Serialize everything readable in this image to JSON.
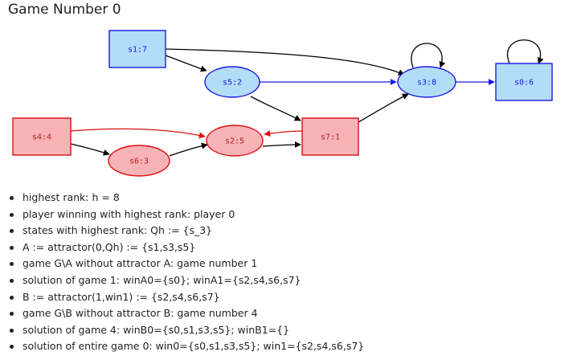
{
  "title": "Game Number 0",
  "colors": {
    "player0_fill": "#b3dcf8",
    "player0_stroke": "#1a1ae6",
    "player1_fill": "#f8b3b7",
    "player1_stroke": "#dd1111",
    "edge_black": "#000000",
    "edge_blue": "#1a1ae6",
    "edge_red": "#dd1111",
    "label_player0": "#1a1ae6",
    "label_player1": "#aa2222"
  },
  "graph": {
    "nodes": [
      {
        "id": "s1",
        "label": "s1:7",
        "shape": "box",
        "player": 0
      },
      {
        "id": "s5",
        "label": "s5:2",
        "shape": "ellipse",
        "player": 0
      },
      {
        "id": "s3",
        "label": "s3:8",
        "shape": "ellipse",
        "player": 0
      },
      {
        "id": "s0",
        "label": "s0:6",
        "shape": "box",
        "player": 0
      },
      {
        "id": "s4",
        "label": "s4:4",
        "shape": "box",
        "player": 1
      },
      {
        "id": "s6",
        "label": "s6:3",
        "shape": "ellipse",
        "player": 1
      },
      {
        "id": "s2",
        "label": "s2:5",
        "shape": "ellipse",
        "player": 1
      },
      {
        "id": "s7",
        "label": "s7:1",
        "shape": "box",
        "player": 1
      }
    ],
    "edges": [
      {
        "from": "s1",
        "to": "s5",
        "color": "edge_black"
      },
      {
        "from": "s1",
        "to": "s3",
        "color": "edge_black"
      },
      {
        "from": "s3",
        "to": "s3",
        "color": "edge_black"
      },
      {
        "from": "s0",
        "to": "s0",
        "color": "edge_black"
      },
      {
        "from": "s5",
        "to": "s3",
        "color": "edge_blue"
      },
      {
        "from": "s3",
        "to": "s0",
        "color": "edge_blue"
      },
      {
        "from": "s5",
        "to": "s7",
        "color": "edge_black"
      },
      {
        "from": "s7",
        "to": "s3",
        "color": "edge_black"
      },
      {
        "from": "s7",
        "to": "s2",
        "color": "edge_red"
      },
      {
        "from": "s4",
        "to": "s2",
        "color": "edge_red"
      },
      {
        "from": "s4",
        "to": "s6",
        "color": "edge_black"
      },
      {
        "from": "s6",
        "to": "s2",
        "color": "edge_black"
      },
      {
        "from": "s2",
        "to": "s7",
        "color": "edge_black"
      }
    ]
  },
  "steps": [
    "highest rank: h = 8",
    "player winning with highest rank: player 0",
    "states with highest rank: Qh := {s_3}",
    "A := attractor(0,Qh) := {s1,s3,s5}",
    "game G\\A without attractor A: game number 1",
    "solution of game 1: winA0={s0}; winA1={s2,s4,s6,s7}",
    "B := attractor(1,win1) := {s2,s4,s6,s7}",
    "game G\\B without attractor B: game number 4",
    "solution of game 4: winB0={s0,s1,s3,s5}; winB1={}",
    "solution of entire game 0: win0={s0,s1,s3,s5}; win1={s2,s4,s6,s7}"
  ]
}
